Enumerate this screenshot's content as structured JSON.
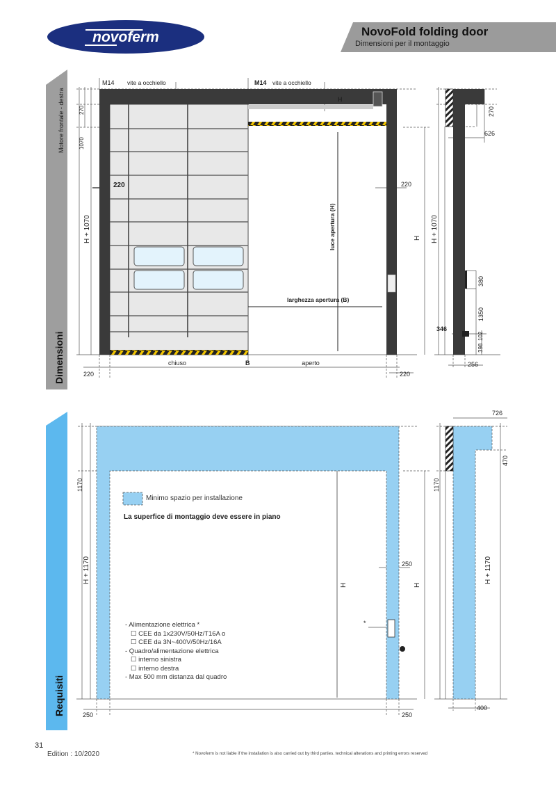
{
  "logo": {
    "text": "novoferm",
    "color": "#1b2f7f"
  },
  "header": {
    "title": "NovoFold folding door",
    "subtitle": "Dimensioni per il montaggio"
  },
  "section_dimensioni": {
    "tab_label": "Dimensioni",
    "tab_sublabel": "Motore frontale - destra",
    "front": {
      "m14_left": "M14",
      "eye_screw_left": "vite a occhiello",
      "m14_right": "M14",
      "eye_screw_right": "vite a occhiello",
      "dim_270": "270",
      "dim_1070": "1070",
      "dim_h1070": "H + 1070",
      "dim_220_inner_left": "220",
      "dim_220_inner_right": "220",
      "dim_220_bottom_left": "220",
      "dim_220_bottom_right": "220",
      "h_top": "H",
      "luce": "luce apertura (H)",
      "larghezza": "larghezza apertura (B)",
      "chiuso": "chiuso",
      "b": "B",
      "aperto": "aperto",
      "h_right": "H"
    },
    "side": {
      "dim_270": "270",
      "dim_626": "626",
      "dim_h1070": "H + 1070",
      "dim_380": "380",
      "dim_1350": "1350",
      "dim_346": "346",
      "dim_102": "102",
      "dim_398": "398",
      "dim_256": "256"
    }
  },
  "section_requisiti": {
    "tab_label": "Requisiti",
    "legend": "Minimo spazio per installazione",
    "note": "La superfice di montaggio deve essere in piano",
    "front": {
      "dim_1170": "1170",
      "dim_h1170": "H + 1170",
      "h_center": "H",
      "h_right": "H",
      "dim_250_right_inner": "250",
      "dim_250_bottom_left": "250",
      "dim_250_bottom_right": "250",
      "asterisk": "*"
    },
    "side": {
      "dim_726": "726",
      "dim_470": "470",
      "dim_1170": "1170",
      "dim_h1170": "H + 1170",
      "dim_400": "400"
    },
    "requirements": [
      "- Alimentazione elettrica *",
      "☐ CEE da 1x230V/50Hz/T16A o",
      "☐ CEE da 3N~400V/50Hz/16A",
      "- Quadro/alimentazione elettrica",
      "☐ interno sinistra",
      "☐ interno destra",
      "- Max 500 mm distanza dal quadro"
    ]
  },
  "footer": {
    "page_number": "31",
    "edition": "Edition : 10/2020",
    "disclaimer": "* Novoferm is not liable if the installation is also carried out by third parties. technical alterations and printing errors reserved"
  },
  "colors": {
    "frame": "#3a3a3a",
    "panel": "#e8e8e8",
    "space": "#97d0f2",
    "tab_gray": "#9e9e9e",
    "tab_blue": "#5cb8ee",
    "banner": "#9b9b9b"
  }
}
